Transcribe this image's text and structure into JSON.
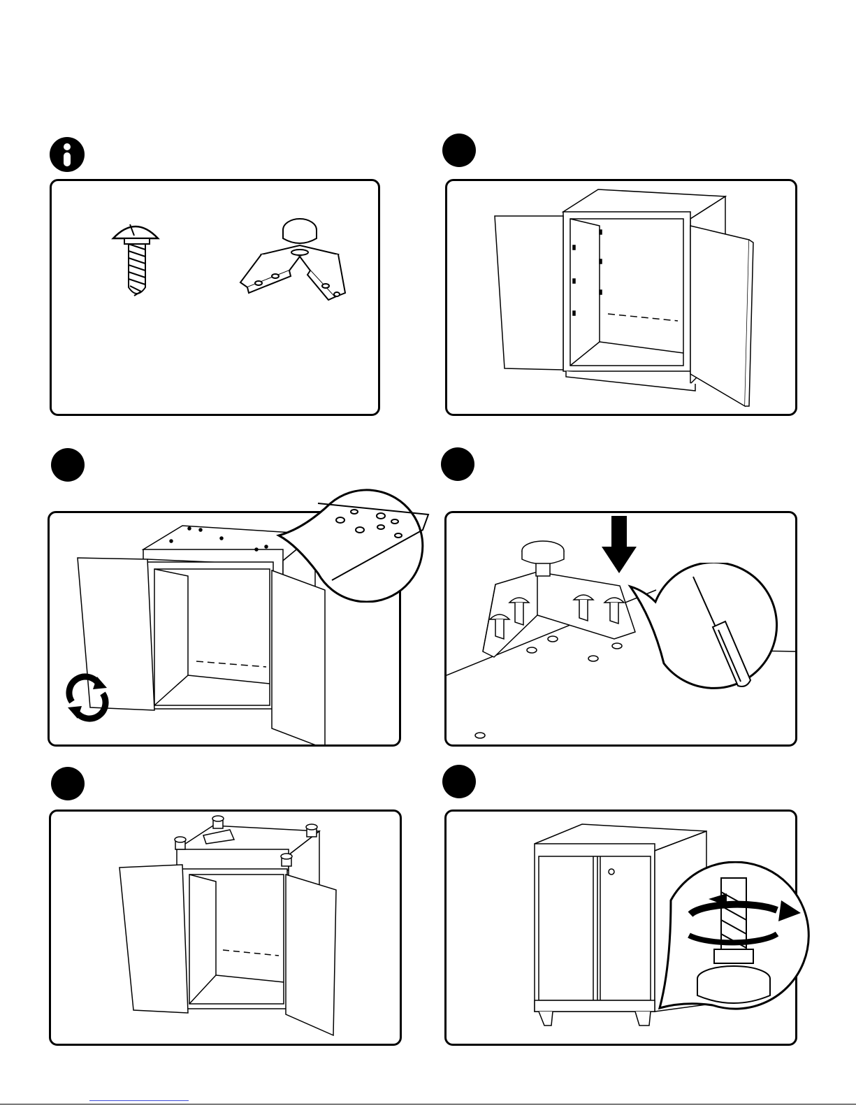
{
  "page": {
    "background": "#ffffff",
    "ink": "#000000",
    "footer_link_color": "#3b4cd8"
  },
  "icons": {
    "info": "info-icon",
    "rotate": "rotate-arrows-icon",
    "down_arrow": "down-arrow-icon",
    "screwdriver": "screwdriver-icon",
    "turn_arrow": "turn-arrow-icon"
  },
  "panels": [
    {
      "id": "info",
      "depicts": [
        "screw-part",
        "leveling-foot-bracket"
      ]
    },
    {
      "id": "step-1",
      "depicts": [
        "open-cabinet"
      ]
    },
    {
      "id": "step-2",
      "depicts": [
        "cabinet-top-holes",
        "rotate-cabinet"
      ]
    },
    {
      "id": "step-3",
      "depicts": [
        "foot-bracket-screwed",
        "screwdriver"
      ]
    },
    {
      "id": "step-4",
      "depicts": [
        "cabinet-with-feet-upside-down"
      ]
    },
    {
      "id": "step-5",
      "depicts": [
        "closed-cabinet",
        "adjust-leveling-foot"
      ]
    }
  ]
}
